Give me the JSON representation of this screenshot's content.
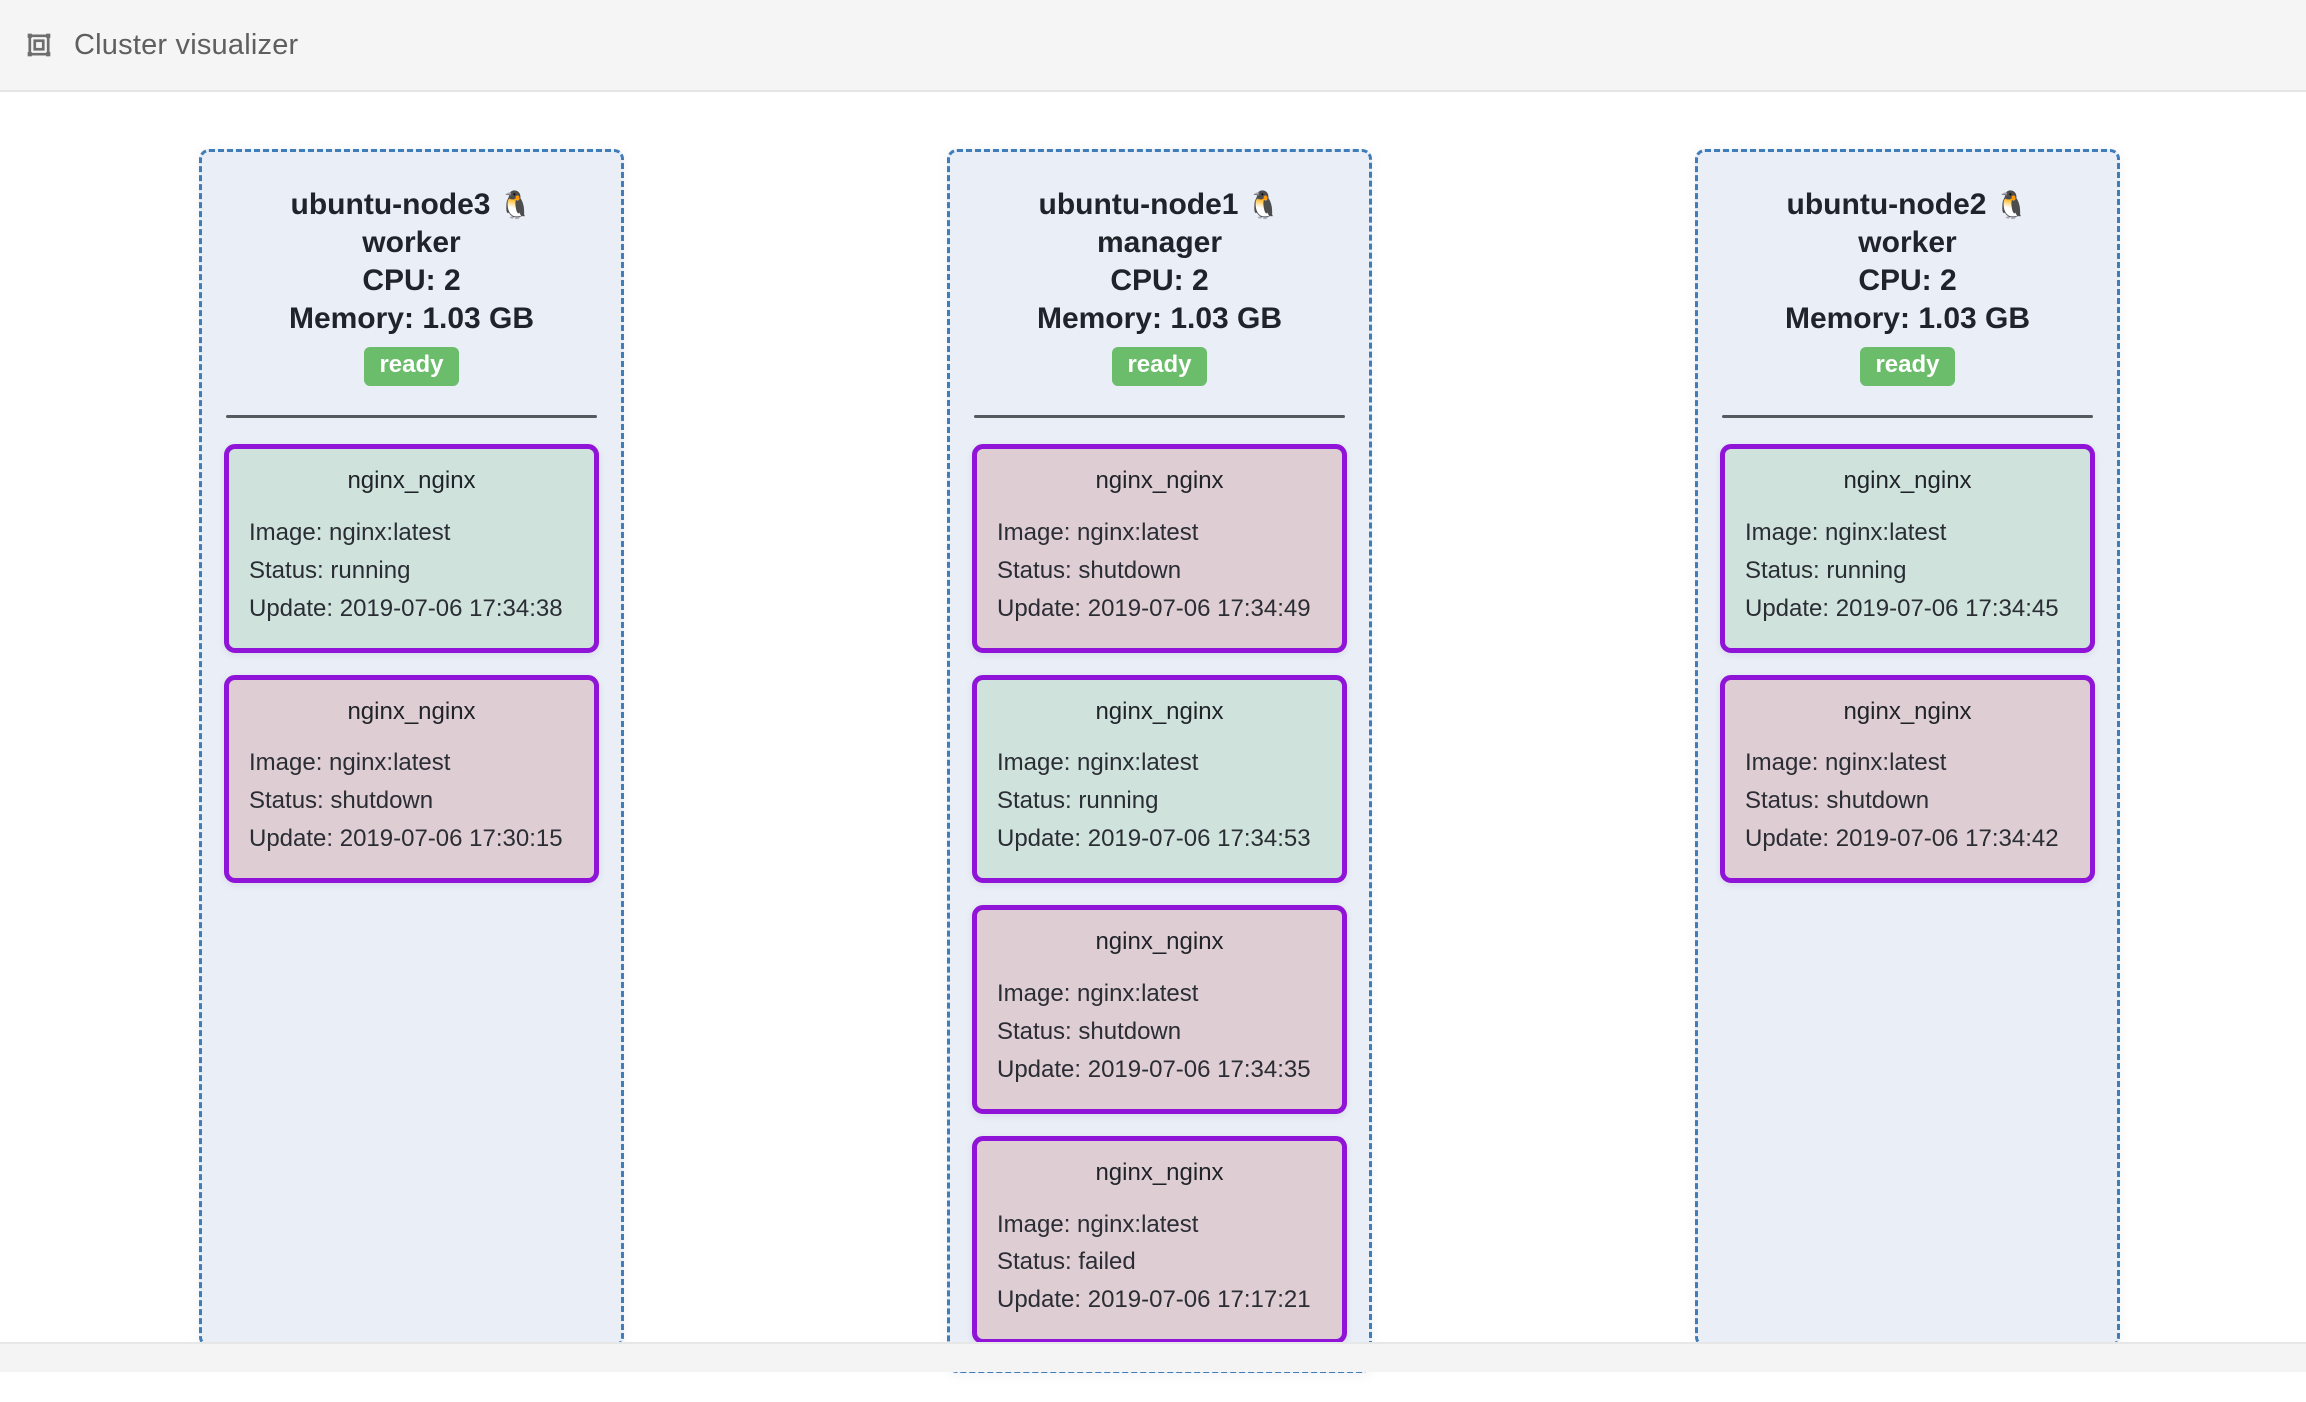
{
  "appbar": {
    "icon": "cluster-frame-icon",
    "title": "Cluster visualizer"
  },
  "colors": {
    "node_fill": "#e9eef7",
    "node_border": "#3f7cb8",
    "task_border": "#9013d8",
    "task_running_fill": "#cfe2dc",
    "task_stopped_fill": "#decdd2",
    "state_ready_bg": "#6bbd6b",
    "appbar_bg": "#f5f5f5"
  },
  "penguin_glyph": "🐧",
  "nodes": [
    {
      "name": "ubuntu-node3",
      "role": "worker",
      "cpu": "CPU: 2",
      "memory": "Memory: 1.03 GB",
      "state": "ready",
      "tasks": [
        {
          "title": "nginx_nginx",
          "image": "Image: nginx:latest",
          "status": "Status: running",
          "status_key": "running",
          "update": "Update: 2019-07-06 17:34:38"
        },
        {
          "title": "nginx_nginx",
          "image": "Image: nginx:latest",
          "status": "Status: shutdown",
          "status_key": "shutdown",
          "update": "Update: 2019-07-06 17:30:15"
        }
      ]
    },
    {
      "name": "ubuntu-node1",
      "role": "manager",
      "cpu": "CPU: 2",
      "memory": "Memory: 1.03 GB",
      "state": "ready",
      "tasks": [
        {
          "title": "nginx_nginx",
          "image": "Image: nginx:latest",
          "status": "Status: shutdown",
          "status_key": "shutdown",
          "update": "Update: 2019-07-06 17:34:49"
        },
        {
          "title": "nginx_nginx",
          "image": "Image: nginx:latest",
          "status": "Status: running",
          "status_key": "running",
          "update": "Update: 2019-07-06 17:34:53"
        },
        {
          "title": "nginx_nginx",
          "image": "Image: nginx:latest",
          "status": "Status: shutdown",
          "status_key": "shutdown",
          "update": "Update: 2019-07-06 17:34:35"
        },
        {
          "title": "nginx_nginx",
          "image": "Image: nginx:latest",
          "status": "Status: failed",
          "status_key": "failed",
          "update": "Update: 2019-07-06 17:17:21"
        }
      ]
    },
    {
      "name": "ubuntu-node2",
      "role": "worker",
      "cpu": "CPU: 2",
      "memory": "Memory: 1.03 GB",
      "state": "ready",
      "tasks": [
        {
          "title": "nginx_nginx",
          "image": "Image: nginx:latest",
          "status": "Status: running",
          "status_key": "running",
          "update": "Update: 2019-07-06 17:34:45"
        },
        {
          "title": "nginx_nginx",
          "image": "Image: nginx:latest",
          "status": "Status: shutdown",
          "status_key": "shutdown",
          "update": "Update: 2019-07-06 17:34:42"
        }
      ]
    }
  ]
}
